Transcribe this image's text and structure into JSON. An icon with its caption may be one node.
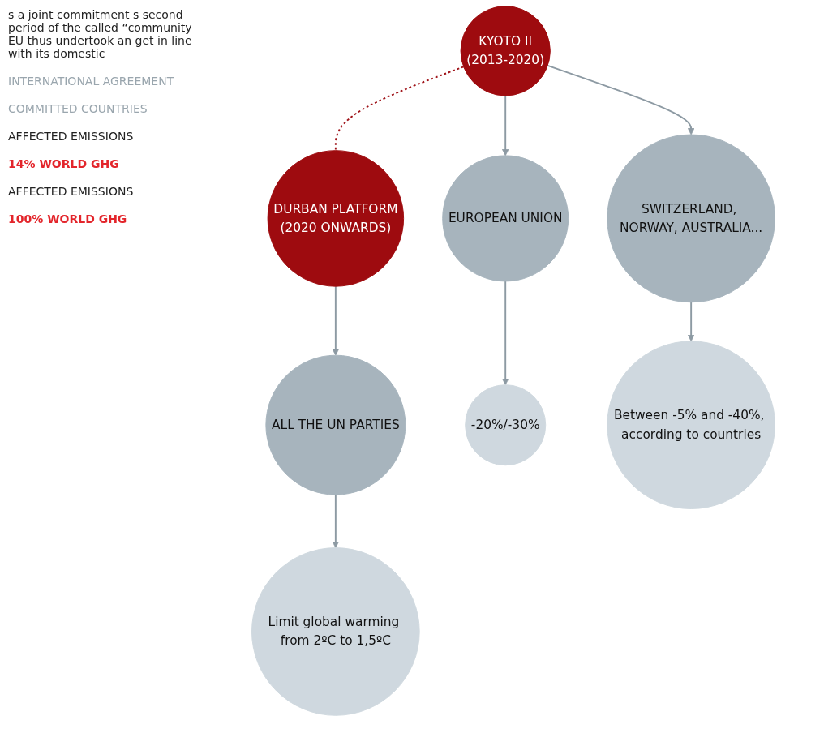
{
  "diagram": {
    "nodes": [
      {
        "text": [
          "KYOTO II",
          "(2013-2020)"
        ]
      },
      {
        "text": [
          "DURBAN PLATFORM",
          "(2020 ONWARDS)"
        ]
      },
      {
        "text": [
          "EUROPEAN UNION"
        ]
      },
      {
        "text": [
          "SWITZERLAND, NORWAY, AUSTRALIA..."
        ]
      },
      {
        "text": [
          "ALL THE UN PARTIES"
        ]
      },
      {
        "text": [
          "-20%/-30%"
        ]
      },
      {
        "text": [
          "Between -5% and -40%, according to countries"
        ]
      },
      {
        "text": [
          "Limit global warming from 2ºC to 1,5ºC"
        ]
      }
    ],
    "edges": [
      {
        "from": 0,
        "to": 1,
        "arrow": "none",
        "style": "dashed",
        "color": "#a0141a"
      },
      {
        "from": 0,
        "to": 2,
        "arrow": "to"
      },
      {
        "from": 0,
        "to": 3,
        "arrow": "to"
      },
      {
        "from": 1,
        "to": 4,
        "arrow": "to"
      },
      {
        "from": 2,
        "to": 5,
        "arrow": "to"
      },
      {
        "from": 3,
        "to": 6,
        "arrow": "to"
      },
      {
        "from": 4,
        "to": 7,
        "arrow": "to"
      }
    ],
    "labels": [
      "s a joint commitment s second period of the called “community EU thus undertook an get in line with its domestic",
      "INTERNATIONAL AGREEMENT",
      "COMMITTED COUNTRIES",
      "AFFECTED EMISSIONS",
      "14% WORLD GHG",
      "AFFECTED EMISSIONS",
      "100% WORLD GHG"
    ]
  }
}
